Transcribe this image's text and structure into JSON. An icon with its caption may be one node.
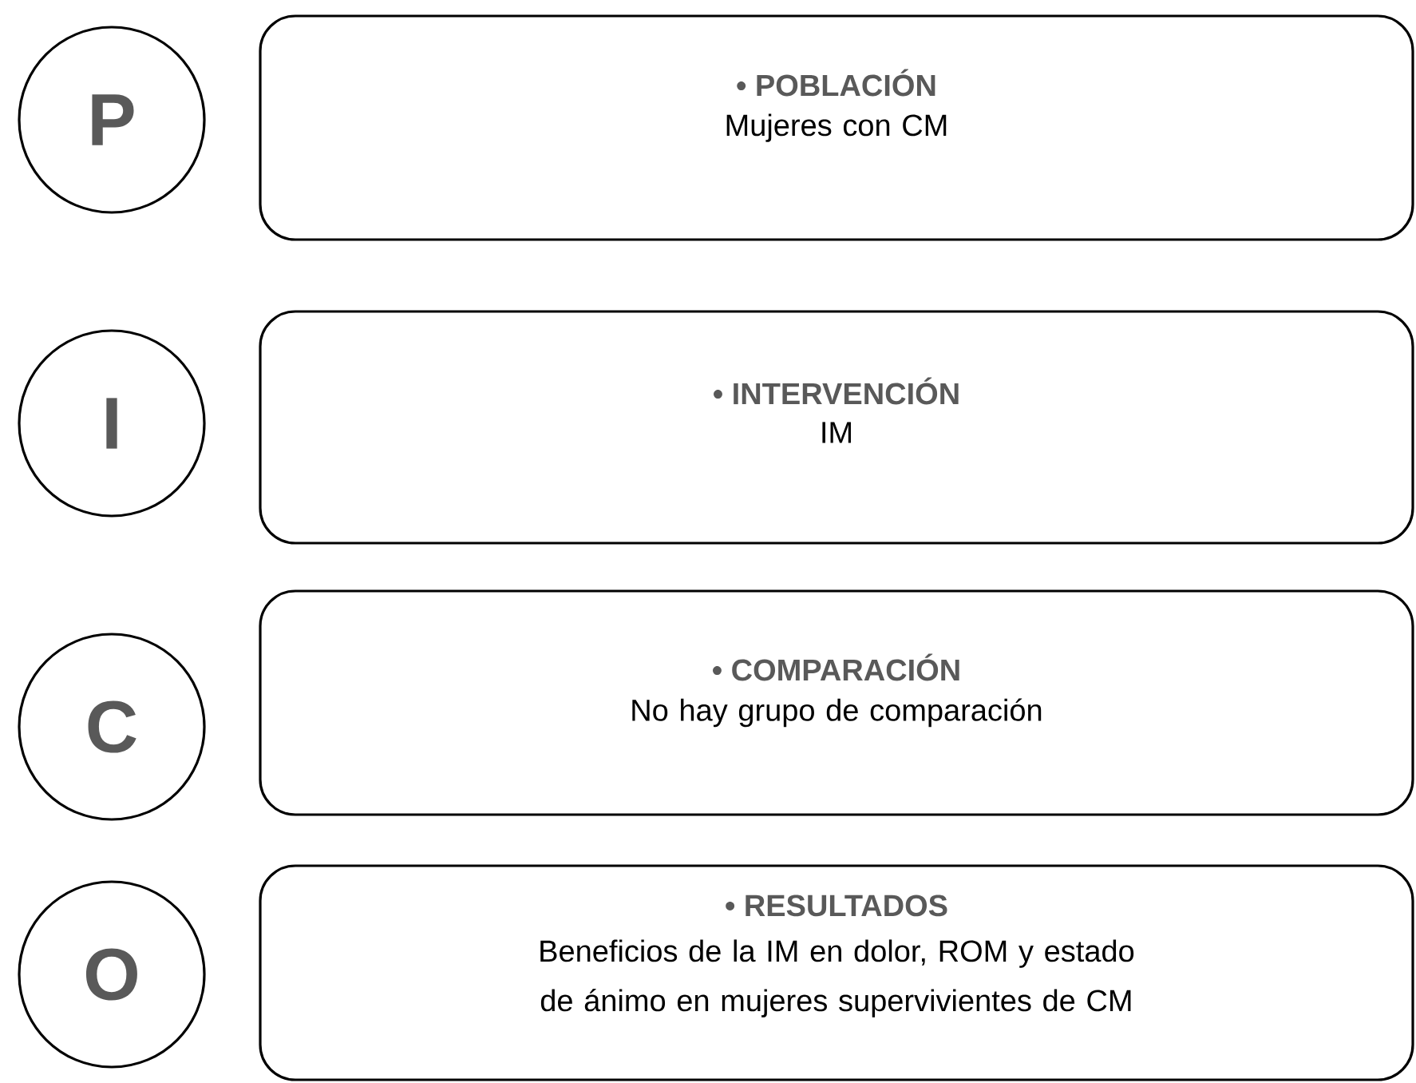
{
  "diagram": {
    "nodes": [
      {
        "text": [
          "P"
        ]
      },
      {
        "text": [
          "• POBLACIÓN",
          "Mujeres con CM"
        ]
      },
      {
        "text": [
          "I"
        ]
      },
      {
        "text": [
          "• INTERVENCIÓN",
          "IM"
        ]
      },
      {
        "text": [
          "C"
        ]
      },
      {
        "text": [
          "• COMPARACIÓN",
          "No hay grupo de comparación"
        ]
      },
      {
        "text": [
          "O"
        ]
      },
      {
        "text": [
          "• RESULTADOS",
          "Beneficios de la IM en dolor, ROM y estado de ánimo en mujeres supervivientes de CM"
        ]
      }
    ]
  }
}
